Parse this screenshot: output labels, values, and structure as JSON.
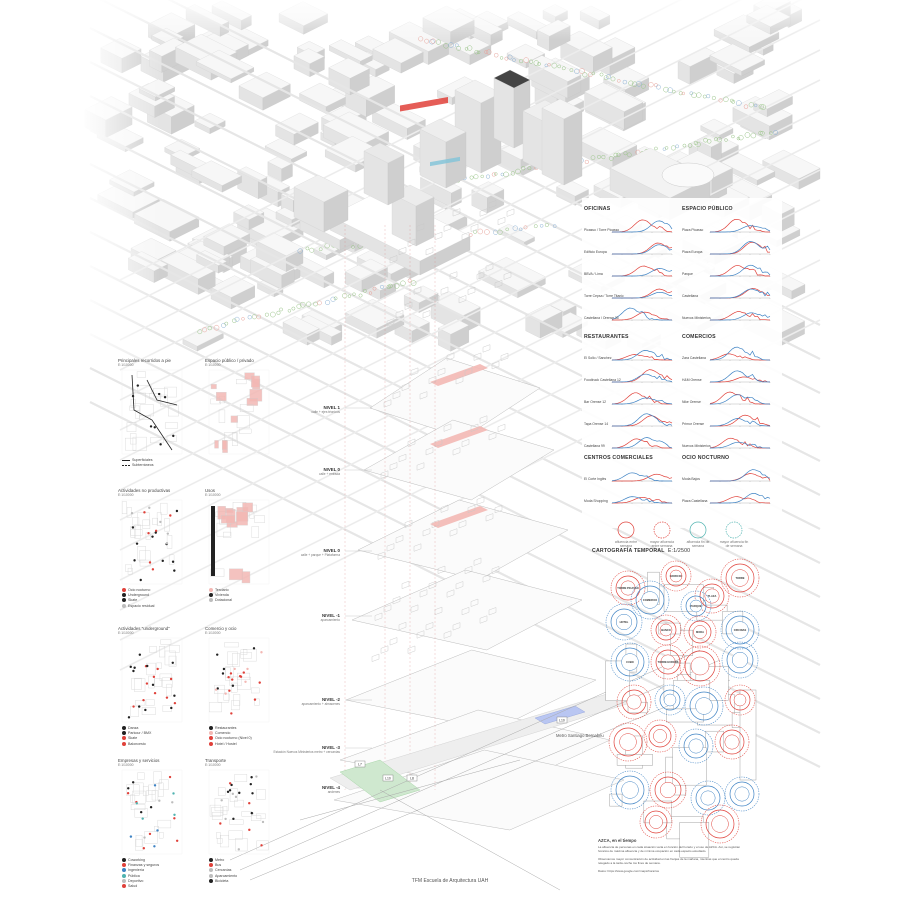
{
  "colors": {
    "red": "#e0413a",
    "blue": "#3f83c4",
    "pink": "#f3b8b4",
    "teal": "#4fb3b0",
    "line": "#bdbdbd",
    "dark": "#222222"
  },
  "footer": "TFM  Escuela de Arquitectura UAH",
  "metro_label": "Metro Santiago Bernabéu",
  "station_tags": [
    "L10",
    "L8",
    "L7",
    "L10"
  ],
  "levels": [
    {
      "name": "NIVEL 1",
      "desc": "calle + ejes técnicos"
    },
    {
      "name": "NIVEL 0",
      "desc": "calle + entrada"
    },
    {
      "name": "NIVEL 0",
      "desc": "calle + parque + Plataforma"
    },
    {
      "name": "NIVEL -1",
      "desc": "aparcamiento"
    },
    {
      "name": "NIVEL -2",
      "desc": "aparcamiento + almacenes"
    },
    {
      "name": "NIVEL -3",
      "desc": "Estación Nuevos Ministerios metro + cercanías"
    },
    {
      "name": "NIVEL -4",
      "desc": "andenes"
    }
  ],
  "left_maps": [
    {
      "title": "Principales recorridos a pie",
      "scale": "E:1/10000",
      "legend": [
        {
          "label": "Superficiales",
          "type": "line"
        },
        {
          "label": "Subterráneos",
          "type": "dash"
        }
      ]
    },
    {
      "title": "Espacio público / privado",
      "scale": "E:1/10000",
      "legend": []
    },
    {
      "title": "Actividades no productivas",
      "scale": "E:1/10000",
      "legend": [
        {
          "label": "Ocio nocturno",
          "color": "#e0413a"
        },
        {
          "label": "Underground",
          "color": "#222222"
        },
        {
          "label": "Skate",
          "color": "#222222"
        },
        {
          "label": "Espacio residual",
          "color": "#bdbdbd"
        }
      ]
    },
    {
      "title": "Usos",
      "scale": "E:1/10000",
      "legend": [
        {
          "label": "Terciario",
          "color": "#f3b8b4"
        },
        {
          "label": "Vivienda",
          "color": "#222222"
        },
        {
          "label": "Dotacional",
          "color": "#bdbdbd"
        }
      ]
    },
    {
      "title": "Actividades \"underground\"",
      "scale": "E:1/10000",
      "legend": [
        {
          "label": "Danza",
          "color": "#222222"
        },
        {
          "label": "Parkour / BMX",
          "color": "#222222"
        },
        {
          "label": "Skate",
          "color": "#e0413a"
        },
        {
          "label": "Baloncesto",
          "color": "#e0413a"
        }
      ]
    },
    {
      "title": "Comercio y ocio",
      "scale": "E:1/10000",
      "legend": [
        {
          "label": "Restaurantes",
          "color": "#222222"
        },
        {
          "label": "Comercio",
          "color": "#f3b8b4"
        },
        {
          "label": "Ocio nocturno (Nivel 0)",
          "color": "#e0413a"
        },
        {
          "label": "Hotel / Hostel",
          "color": "#e0413a"
        }
      ]
    },
    {
      "title": "Empresas y servicios",
      "scale": "E:1/10000",
      "legend": [
        {
          "label": "Coworking",
          "color": "#222222"
        },
        {
          "label": "Finanzas y seguros",
          "color": "#e0413a"
        },
        {
          "label": "Ingeniería",
          "color": "#3f83c4"
        },
        {
          "label": "Pública",
          "color": "#4fb3b0"
        },
        {
          "label": "Deportivo",
          "color": "#bdbdbd"
        },
        {
          "label": "Salud",
          "color": "#e0413a"
        }
      ]
    },
    {
      "title": "Transporte",
      "scale": "E:1/10000",
      "legend": [
        {
          "label": "Metro",
          "color": "#222222"
        },
        {
          "label": "Bus",
          "color": "#e0413a"
        },
        {
          "label": "Cercanías",
          "color": "#bdbdbd"
        },
        {
          "label": "Aparcamiento",
          "color": "#bdbdbd"
        },
        {
          "label": "Bicicleta",
          "color": "#222222"
        }
      ]
    }
  ],
  "chart_groups": [
    {
      "title": "OFICINAS",
      "col": 0,
      "row": 0,
      "items": [
        "Picasso / Torre Picasso",
        "Edificio Europa",
        "BBVA / Lima",
        "Torre Cepsa / Torre Titanic",
        "Castellana / Orense 35"
      ]
    },
    {
      "title": "ESPACIO PÚBLICO",
      "col": 1,
      "row": 0,
      "items": [
        "Plaza Picasso",
        "Plaza Europa",
        "Parque",
        "Castellana",
        "Nuevos Ministerios"
      ]
    },
    {
      "title": "RESTAURANTES",
      "col": 0,
      "row": 1,
      "items": [
        "El Sollo / Sanchez",
        "Foodtruck Castellana 12",
        "Bar Orense 12",
        "Tapa Orense 14",
        "Castellana 99"
      ]
    },
    {
      "title": "COMERCIOS",
      "col": 1,
      "row": 1,
      "items": [
        "Zara Castellana",
        "H&M Orense",
        "Nike Orense",
        "Primor Orense",
        "Nuevos Ministerios"
      ]
    },
    {
      "title": "CENTROS COMERCIALES",
      "col": 0,
      "row": 2,
      "items": [
        "El Corte Inglés",
        "Moda Shopping"
      ]
    },
    {
      "title": "OCIO NOCTURNO",
      "col": 1,
      "row": 2,
      "items": [
        "Moda Bajos",
        "Plaza Castellana"
      ]
    }
  ],
  "chart_series_names": [
    "afluencia entre semana",
    "afluencia fin de semana"
  ],
  "circle_legend": [
    "afluencia entre semana",
    "mayor afluencia entre semana",
    "afluencia fin de semana",
    "mayor afluencia fin de semana"
  ],
  "cartography": {
    "title": "CARTOGRAFÍA TEMPORAL",
    "scale": "E:1/2500",
    "caption": "AZCA, en el tiempo",
    "para1": "La afluencia de personas en cada situación varía en función del horario y el uso de AZCA. Así, se registran horarios de máxima afluencia y de mínima ocupación en cada espacio estudiado.",
    "para2": "Observamos mayor concentración de actividad en las franjas de la mañana, mientras que el centro queda relegado a la tarde-noche los fines de semana.",
    "para3": "Datos: https://www.google.com/maps/horarios",
    "labels": [
      "TORRE PICASSO",
      "EDIFICIO",
      "PLAZA",
      "TORRE",
      "COMERCIO",
      "PARQUE",
      "HOTEL",
      "BANCO",
      "MODA",
      "OFICINAS",
      "CUBO",
      "TORRE EUROPA"
    ]
  }
}
